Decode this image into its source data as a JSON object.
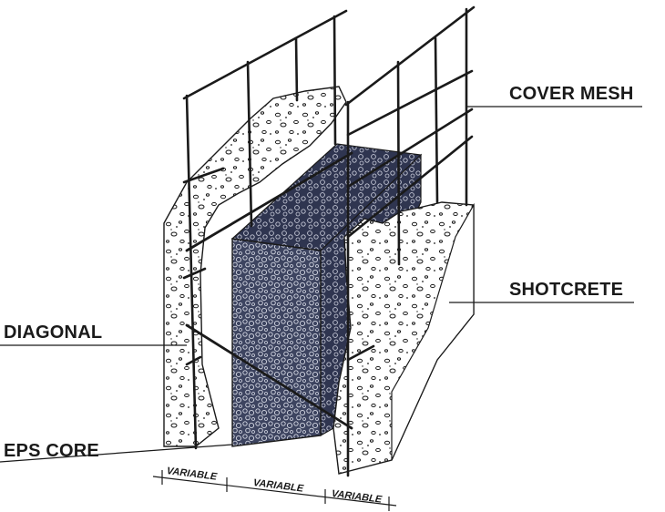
{
  "labels": {
    "cover_mesh": "COVER MESH",
    "shotcrete": "SHOTCRETE",
    "diagonal": "DIAGONAL",
    "eps_core": "EPS CORE"
  },
  "dimensions": [
    "VARIABLE",
    "VARIABLE",
    "VARIABLE"
  ],
  "colors": {
    "line": "#1a1a1a",
    "core": "#3d4460",
    "concrete": "#ffffff"
  }
}
